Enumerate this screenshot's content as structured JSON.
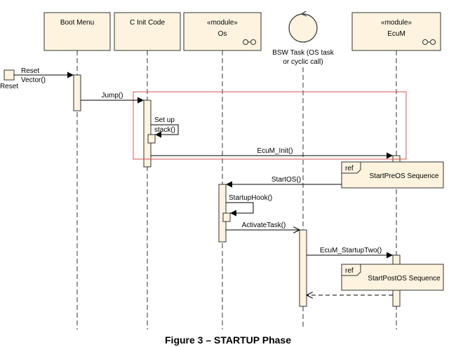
{
  "lifelines": [
    {
      "id": "boot",
      "stereotype": "",
      "name": "Boot Menu",
      "icon": ""
    },
    {
      "id": "cinit",
      "stereotype": "",
      "name": "C Init Code",
      "icon": ""
    },
    {
      "id": "os",
      "stereotype": "«module»",
      "name": "Os",
      "icon": "component-icon"
    },
    {
      "id": "bsw",
      "stereotype": "",
      "name": "BSW Task (OS task or cyclic call)",
      "name_lines": [
        "BSW Task (OS task",
        "or cyclic call)"
      ],
      "icon": "control-icon"
    },
    {
      "id": "ecum",
      "stereotype": "«module»",
      "name": "EcuM",
      "icon": "component-icon"
    }
  ],
  "initial_node": {
    "label": "Reset"
  },
  "messages": [
    {
      "id": "reset",
      "label_lines": [
        "Reset",
        "Vector()"
      ],
      "type": "sync"
    },
    {
      "id": "jump",
      "label": "Jump()",
      "type": "sync"
    },
    {
      "id": "setup",
      "label_lines": [
        "Set up",
        "stack()"
      ],
      "type": "self"
    },
    {
      "id": "ecum_init",
      "label": "EcuM_Init()",
      "type": "sync"
    },
    {
      "id": "startos",
      "label": "StartOS()",
      "type": "sync"
    },
    {
      "id": "startuphook",
      "label": "StartupHook()",
      "type": "self"
    },
    {
      "id": "activatetask",
      "label": "ActivateTask()",
      "type": "async"
    },
    {
      "id": "startuptwo",
      "label": "EcuM_StartupTwo()",
      "type": "sync"
    },
    {
      "id": "return",
      "label": "",
      "type": "return"
    }
  ],
  "refs": [
    {
      "tag": "ref",
      "label": "StartPreOS Sequence"
    },
    {
      "tag": "ref",
      "label": "StartPostOS Sequence"
    }
  ],
  "highlight_color": "#d9534f",
  "caption": "Figure 3 – STARTUP Phase"
}
